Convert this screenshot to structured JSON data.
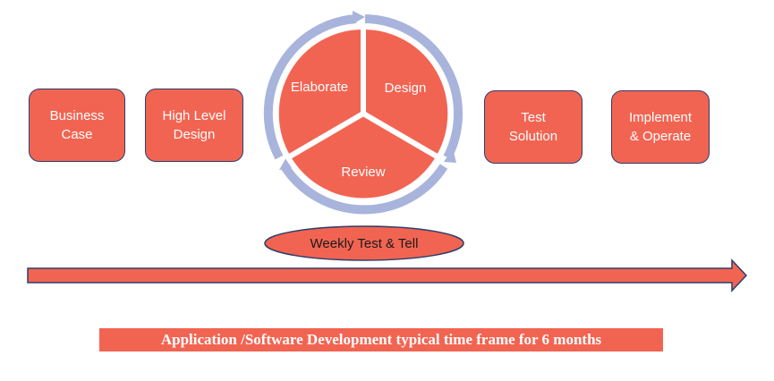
{
  "phases": {
    "business_case": "Business\nCase",
    "high_level_design": "High Level\nDesign",
    "test_solution": "Test\nSolution",
    "implement_operate": "Implement\n& Operate"
  },
  "cycle": {
    "elaborate": "Elaborate",
    "design": "Design",
    "review": "Review"
  },
  "weekly": "Weekly Test & Tell",
  "caption": "Application /Software Development typical time frame for 6 months",
  "colors": {
    "phase_fill": "#f26452",
    "outline": "#2c3e6b",
    "cycle_ring": "#a9b4dc"
  }
}
